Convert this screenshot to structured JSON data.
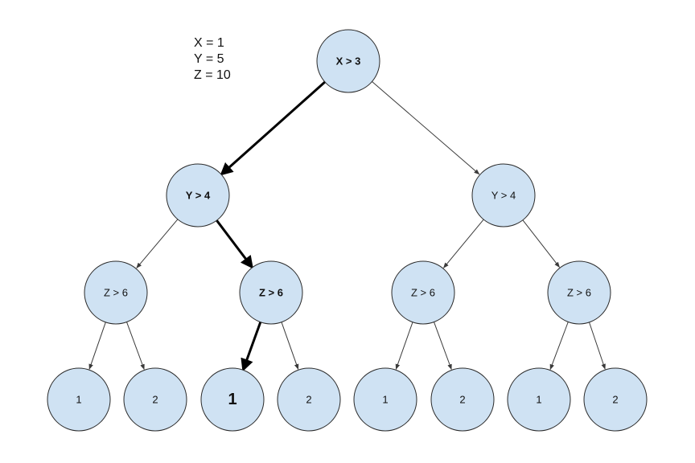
{
  "variables": [
    {
      "text": "X = 1"
    },
    {
      "text": "Y = 5"
    },
    {
      "text": "Z = 10"
    }
  ],
  "colors": {
    "node_fill": "#cfe2f3",
    "node_stroke": "#2b2b2b",
    "edge": "#3a3a3a",
    "highlight_edge": "#000000"
  },
  "nodes": [
    {
      "id": "root",
      "label": "X > 3",
      "bold": true
    },
    {
      "id": "l1-left",
      "label": "Y > 4",
      "bold": true
    },
    {
      "id": "l1-right",
      "label": "Y > 4",
      "bold": false
    },
    {
      "id": "l2-a",
      "label": "Z > 6",
      "bold": false
    },
    {
      "id": "l2-b",
      "label": "Z > 6",
      "bold": true
    },
    {
      "id": "l2-c",
      "label": "Z > 6",
      "bold": false
    },
    {
      "id": "l2-d",
      "label": "Z > 6",
      "bold": false
    },
    {
      "id": "leaf-1",
      "label": "1",
      "bold": false
    },
    {
      "id": "leaf-2",
      "label": "2",
      "bold": false
    },
    {
      "id": "leaf-3",
      "label": "1",
      "bold": true,
      "large": true
    },
    {
      "id": "leaf-4",
      "label": "2",
      "bold": false
    },
    {
      "id": "leaf-5",
      "label": "1",
      "bold": false
    },
    {
      "id": "leaf-6",
      "label": "2",
      "bold": false
    },
    {
      "id": "leaf-7",
      "label": "1",
      "bold": false
    },
    {
      "id": "leaf-8",
      "label": "2",
      "bold": false
    }
  ],
  "edges": [
    {
      "from": "root",
      "to": "l1-left",
      "highlight": true
    },
    {
      "from": "root",
      "to": "l1-right",
      "highlight": false
    },
    {
      "from": "l1-left",
      "to": "l2-a",
      "highlight": false
    },
    {
      "from": "l1-left",
      "to": "l2-b",
      "highlight": true
    },
    {
      "from": "l1-right",
      "to": "l2-c",
      "highlight": false
    },
    {
      "from": "l1-right",
      "to": "l2-d",
      "highlight": false
    },
    {
      "from": "l2-a",
      "to": "leaf-1",
      "highlight": false
    },
    {
      "from": "l2-a",
      "to": "leaf-2",
      "highlight": false
    },
    {
      "from": "l2-b",
      "to": "leaf-3",
      "highlight": true
    },
    {
      "from": "l2-b",
      "to": "leaf-4",
      "highlight": false
    },
    {
      "from": "l2-c",
      "to": "leaf-5",
      "highlight": false
    },
    {
      "from": "l2-c",
      "to": "leaf-6",
      "highlight": false
    },
    {
      "from": "l2-d",
      "to": "leaf-7",
      "highlight": false
    },
    {
      "from": "l2-d",
      "to": "leaf-8",
      "highlight": false
    }
  ]
}
